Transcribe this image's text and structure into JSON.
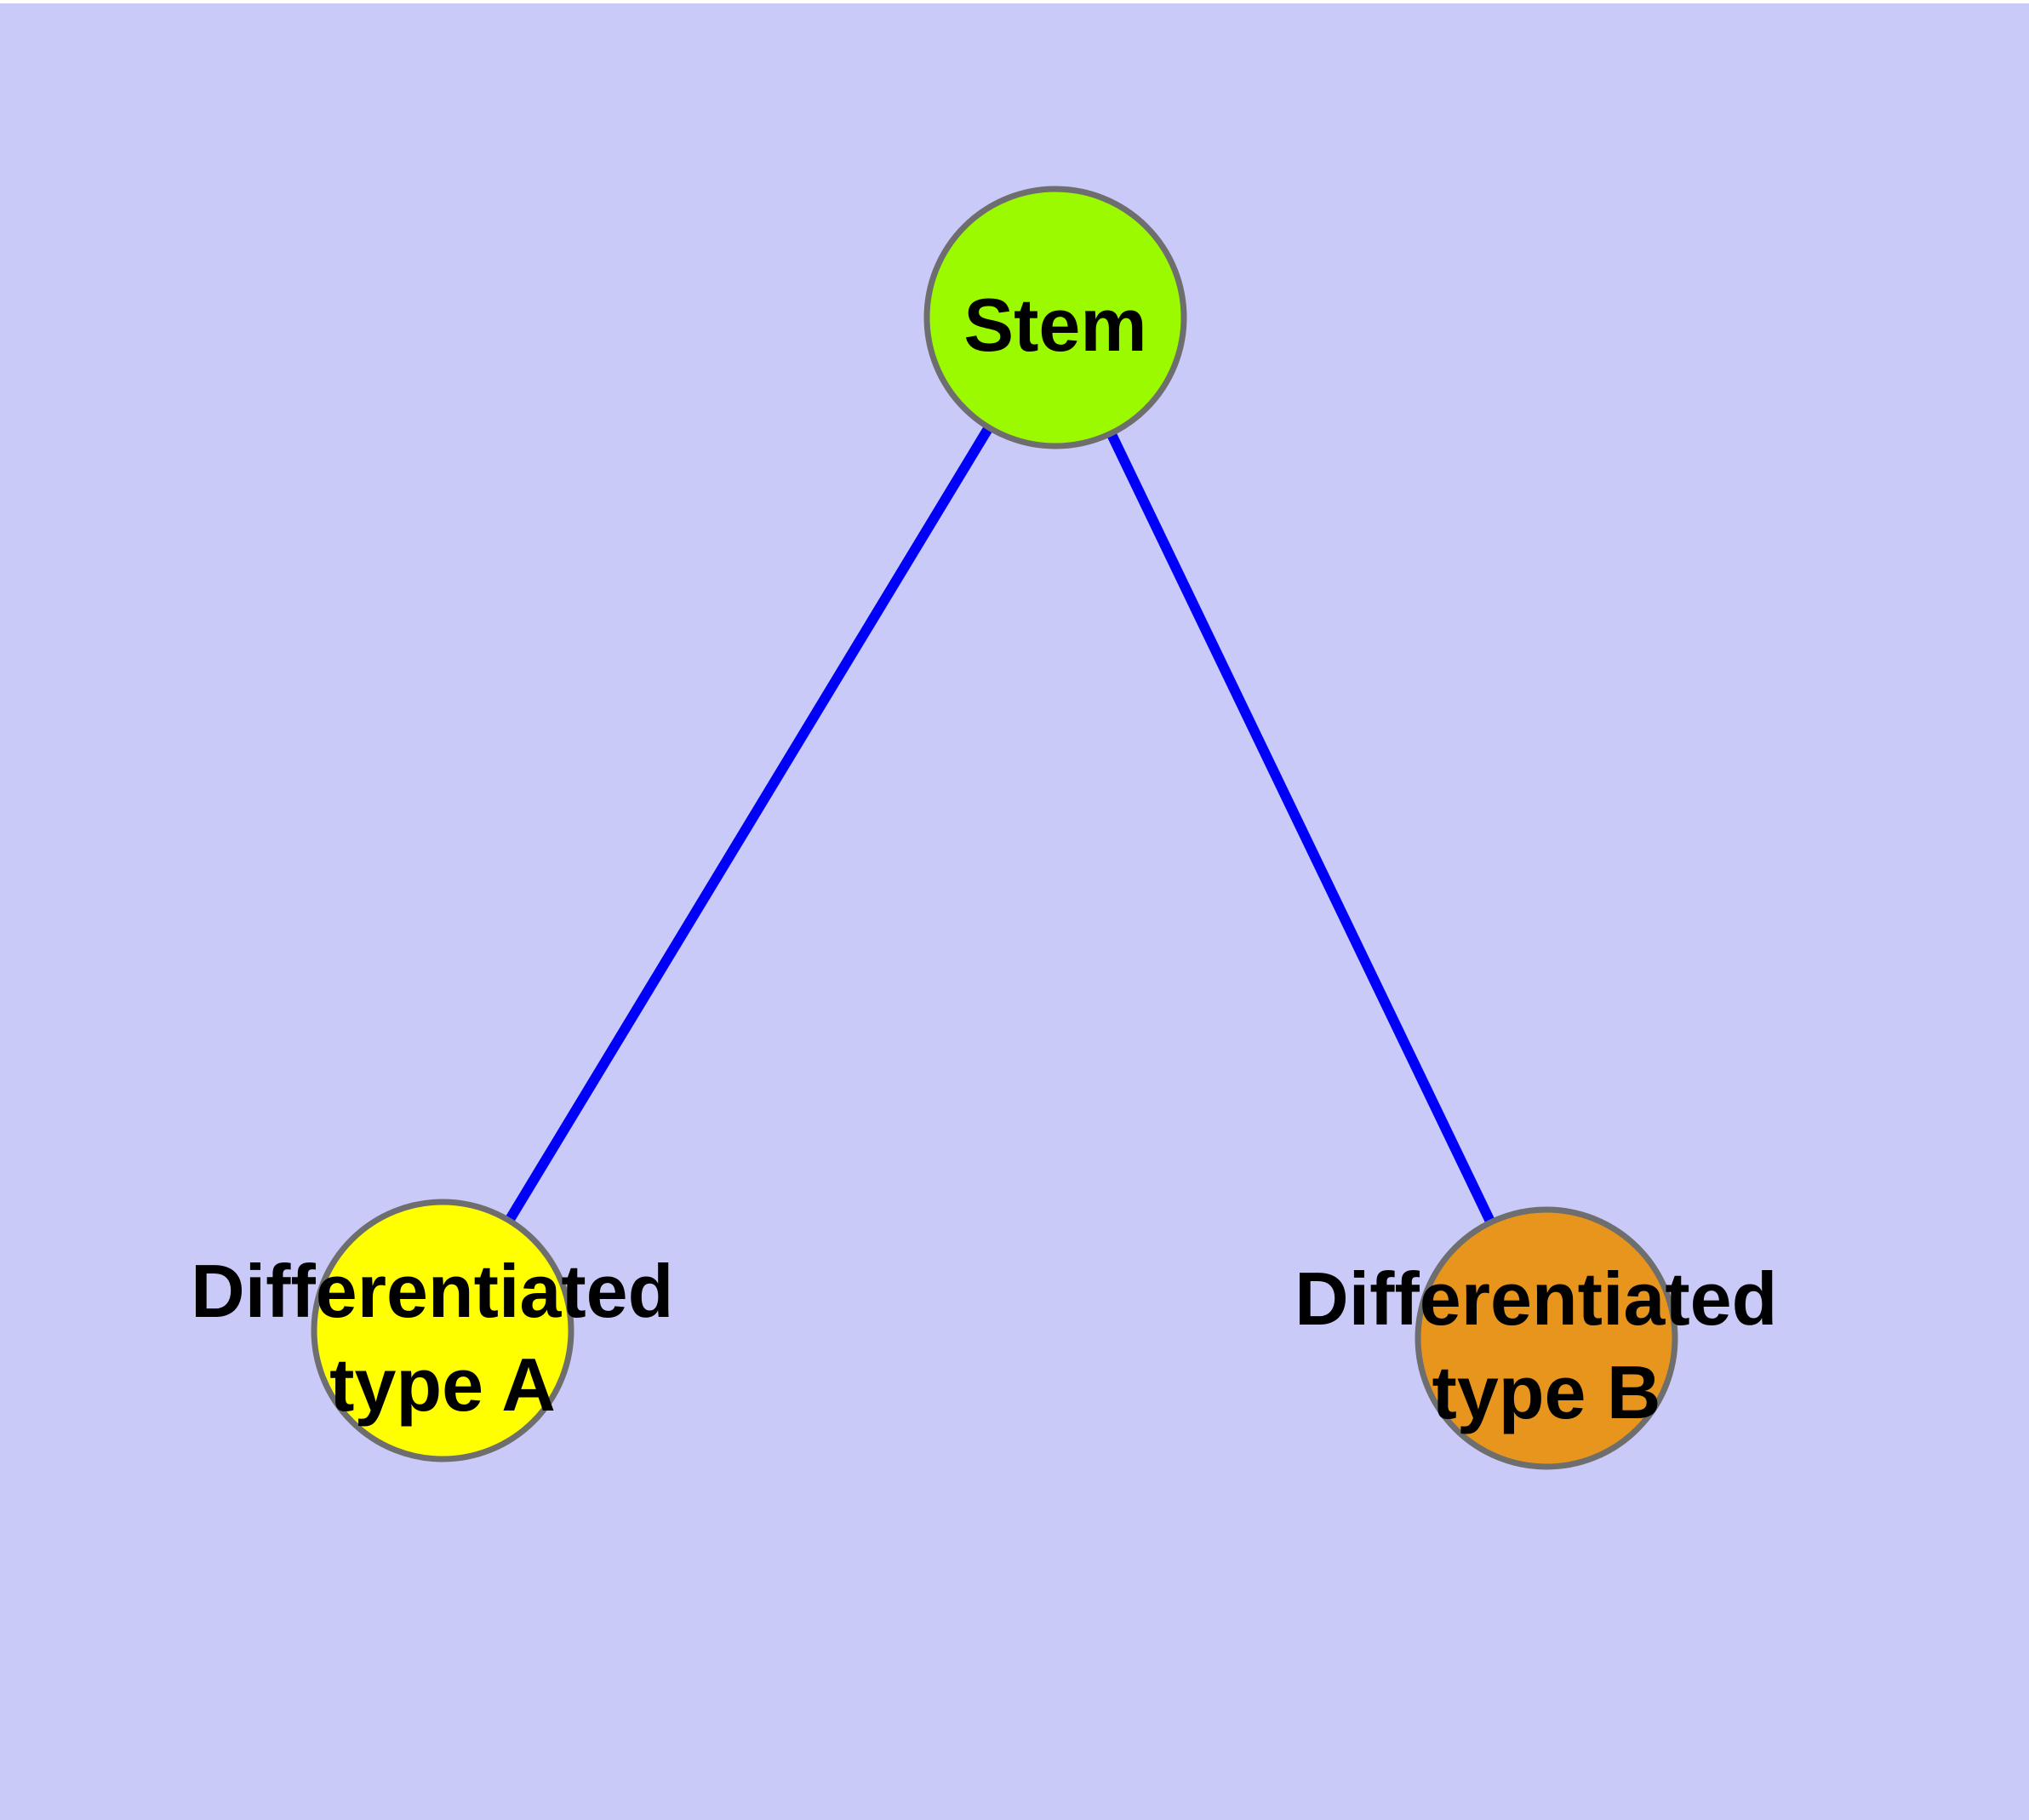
{
  "diagram": {
    "type": "graph",
    "background_color": "#CACAF8",
    "top_strip_color": "#FFFFFF",
    "edge_color": "#0000FA",
    "node_border_color": "#6E6E6E",
    "label_color": "#000000",
    "nodes": {
      "stem": {
        "label": "Stem",
        "fill": "#9BFA00"
      },
      "type_a": {
        "label_line1": "Differentiated",
        "label_line2": "type A",
        "fill": "#FFFF00"
      },
      "type_b": {
        "label_line1": "Differentiated",
        "label_line2": "type B",
        "fill": "#E8951E"
      }
    },
    "edges": [
      {
        "from": "stem",
        "to": "type_a"
      },
      {
        "from": "stem",
        "to": "type_b"
      }
    ]
  }
}
